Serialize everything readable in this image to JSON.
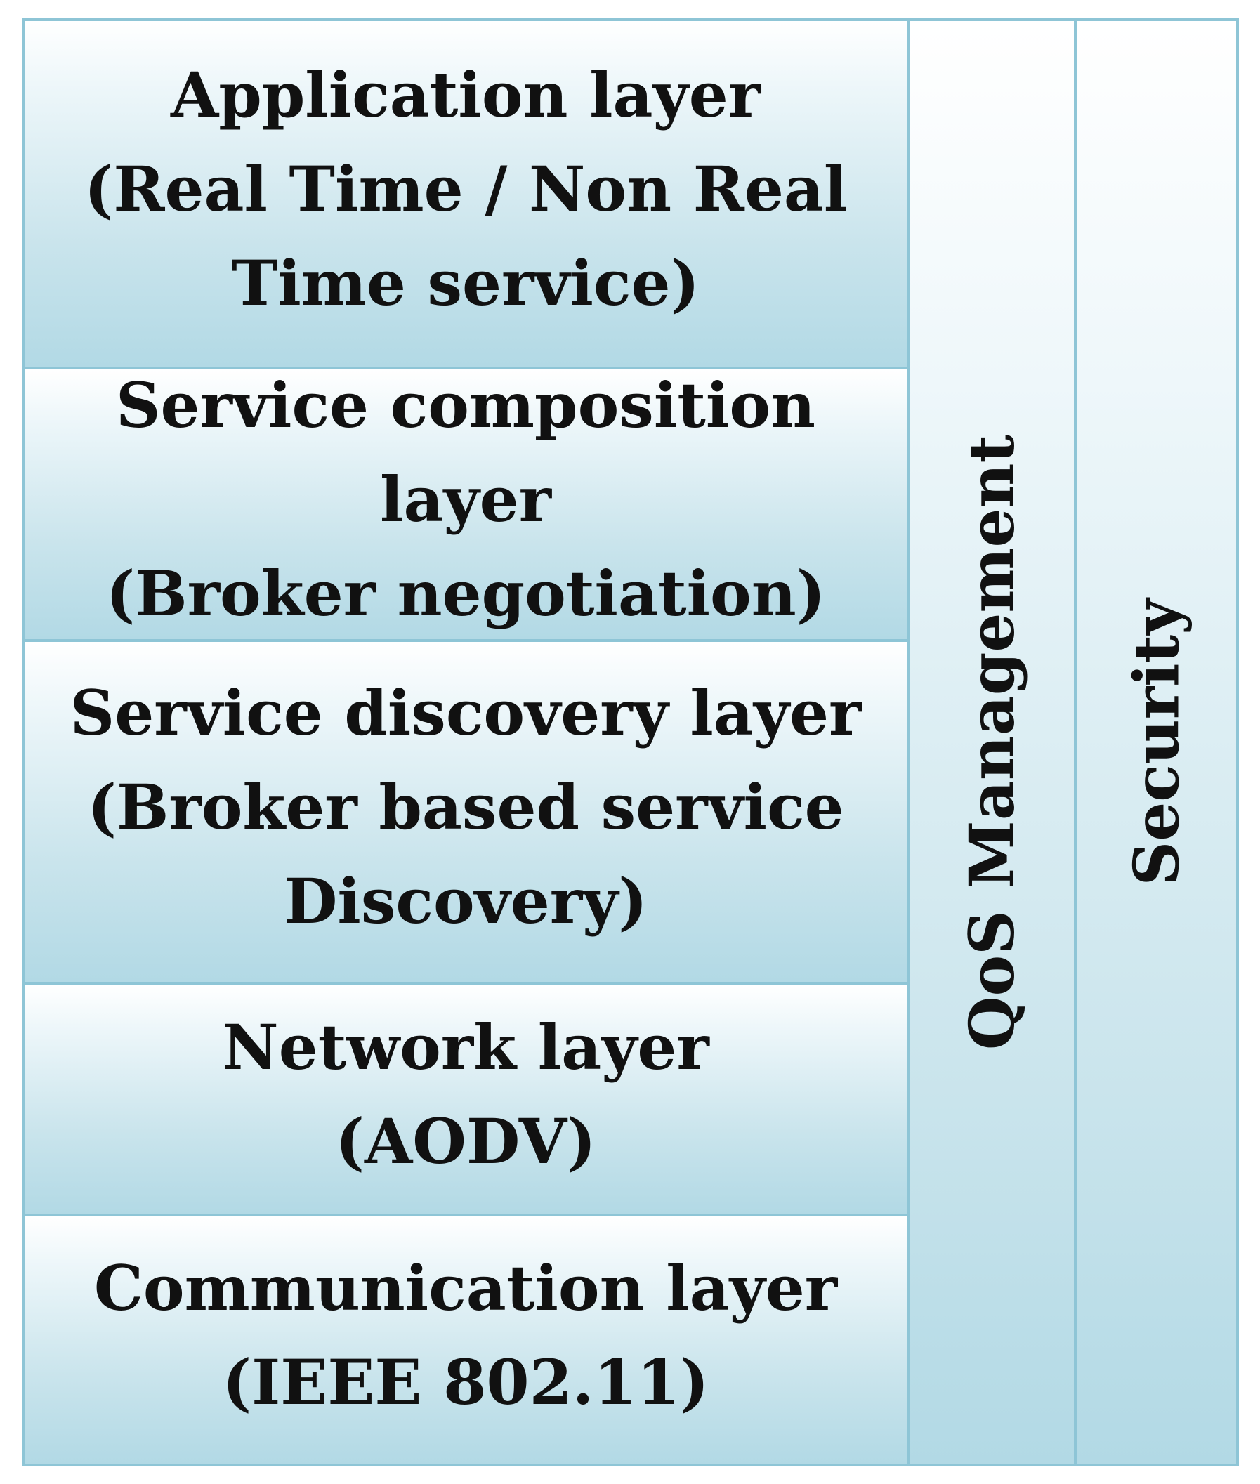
{
  "layers": [
    {
      "text": "Application layer\n(Real Time / Non Real\nTime service)"
    },
    {
      "text": "Service composition layer\n(Broker negotiation)"
    },
    {
      "text": "Service discovery layer\n(Broker based service\nDiscovery)"
    },
    {
      "text": "Network layer\n(AODV)"
    },
    {
      "text": "Communication layer\n(IEEE 802.11)"
    }
  ],
  "side_columns": {
    "qos": "QoS Management",
    "security": "Security"
  },
  "colors": {
    "border": "#8ec5d6",
    "fill_light": "#ffffff",
    "fill_dark": "#b2d9e5",
    "text": "#111111"
  }
}
